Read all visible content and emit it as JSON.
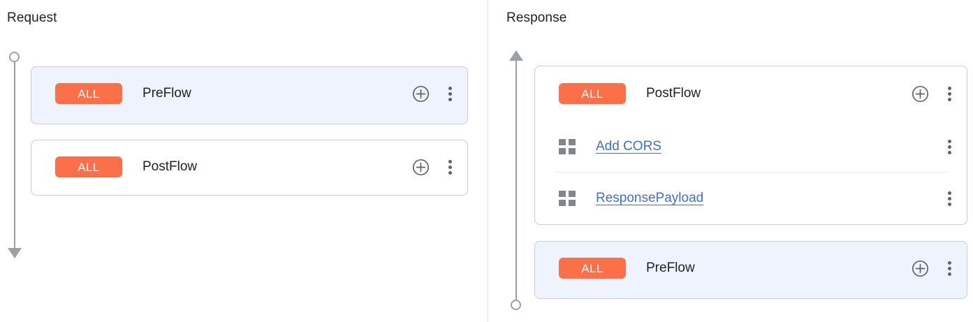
{
  "panes": [
    {
      "title": "Request",
      "connector": {
        "start_icon": "circle-endpoint",
        "end_icon": "arrow-down",
        "direction": "down"
      },
      "cards": [
        {
          "id": "card-req-preflow",
          "selected": true,
          "header": {
            "badge": "ALL",
            "label": "PreFlow",
            "add_icon": "plus-circle-icon",
            "menu_icon": "more-vert-icon"
          },
          "policies": []
        },
        {
          "id": "card-req-postflow",
          "selected": false,
          "header": {
            "badge": "ALL",
            "label": "PostFlow",
            "add_icon": "plus-circle-icon",
            "menu_icon": "more-vert-icon"
          },
          "policies": []
        }
      ]
    },
    {
      "title": "Response",
      "connector": {
        "start_icon": "arrow-up",
        "end_icon": "circle-endpoint",
        "direction": "up"
      },
      "cards": [
        {
          "id": "card-res-postflow",
          "selected": false,
          "header": {
            "badge": "ALL",
            "label": "PostFlow",
            "add_icon": "plus-circle-icon",
            "menu_icon": "more-vert-icon"
          },
          "policies": [
            {
              "icon": "policy-grid-icon",
              "name": "Add CORS",
              "menu_icon": "more-vert-icon"
            },
            {
              "icon": "policy-grid-icon",
              "name": "ResponsePayload",
              "menu_icon": "more-vert-icon"
            }
          ]
        },
        {
          "id": "card-res-preflow",
          "selected": true,
          "header": {
            "badge": "ALL",
            "label": "PreFlow",
            "add_icon": "plus-circle-icon",
            "menu_icon": "more-vert-icon"
          },
          "policies": []
        }
      ]
    }
  ],
  "colors": {
    "badge_background": "#fb7049",
    "badge_text": "#ffffff",
    "selected_card_background": "#eef3fd",
    "card_border": "#c9ccd1",
    "link": "#3f6fd8",
    "icon": "#5f6368",
    "connector": "#9aa0a6",
    "divider": "#e3e3e3",
    "text": "#202124"
  },
  "binds": {
    "request_title": "Request",
    "response_title": "Response",
    "req_preflow_badge": "ALL",
    "req_preflow_label": "PreFlow",
    "req_postflow_badge": "ALL",
    "req_postflow_label": "PostFlow",
    "res_postflow_badge": "ALL",
    "res_postflow_label": "PostFlow",
    "res_policy_1": "Add CORS",
    "res_policy_2": "ResponsePayload",
    "res_preflow_badge": "ALL",
    "res_preflow_label": "PreFlow"
  }
}
